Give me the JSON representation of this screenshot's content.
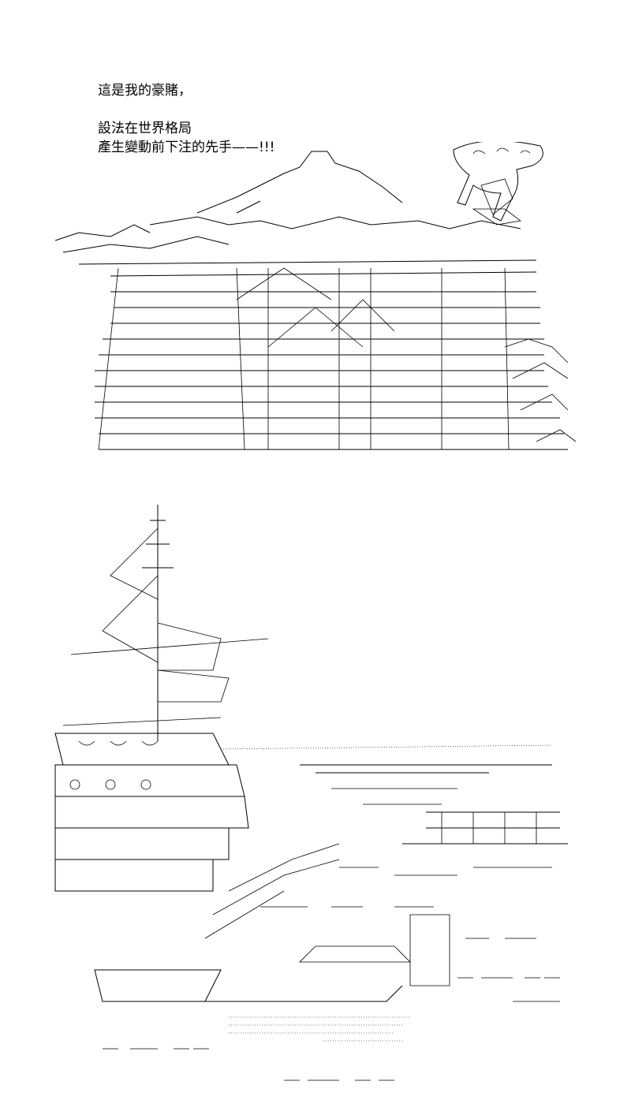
{
  "captions": [
    "這是我的豪賭，",
    "設法在世界格局",
    "產生變動前下注的先手——!!!"
  ]
}
